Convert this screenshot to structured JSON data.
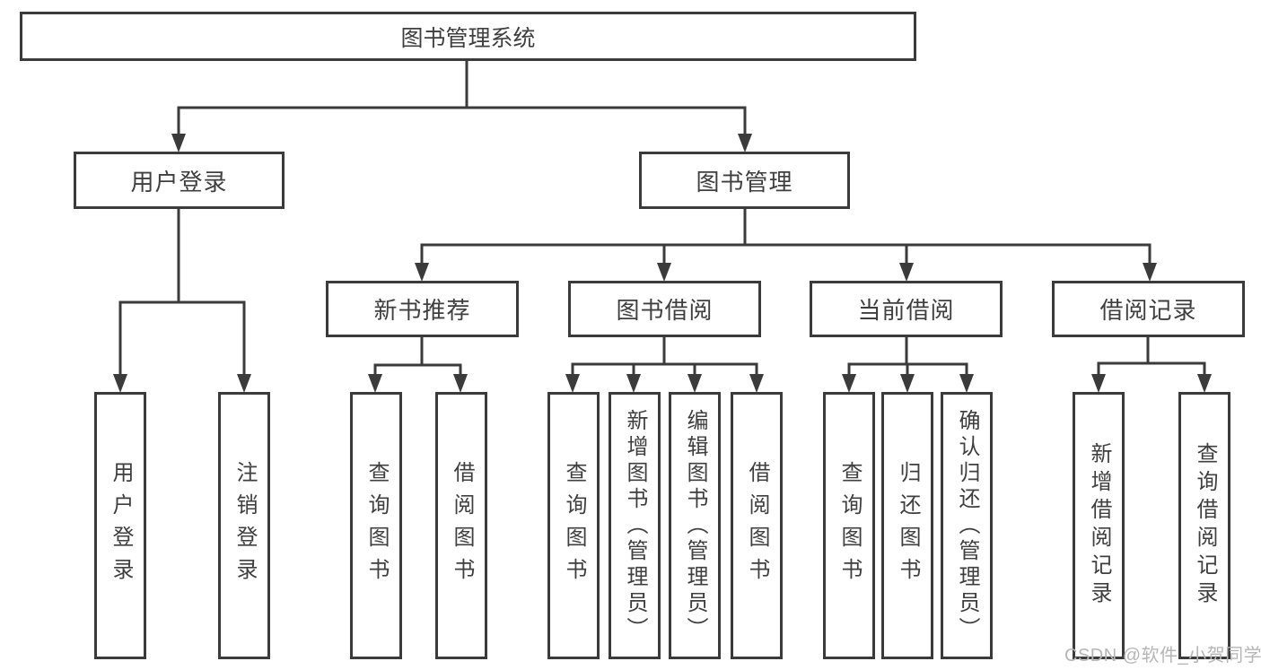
{
  "colors": {
    "line": "#3b3b3b",
    "border": "#3b3b3b",
    "text": "#3f3f3f",
    "watermark": "#b6b6b6"
  },
  "watermark": {
    "text": "CSDN @软件_小贺同学"
  },
  "tree": {
    "label": "图书管理系统",
    "children": [
      {
        "label": "用户登录",
        "children": [
          {
            "label": "用户登录"
          },
          {
            "label": "注销登录"
          }
        ]
      },
      {
        "label": "图书管理",
        "children": [
          {
            "label": "新书推荐",
            "children": [
              {
                "label": "查询图书"
              },
              {
                "label": "借阅图书"
              }
            ]
          },
          {
            "label": "图书借阅",
            "children": [
              {
                "label": "查询图书"
              },
              {
                "label": "新增图书（管理员）"
              },
              {
                "label": "编辑图书（管理员）"
              },
              {
                "label": "借阅图书"
              }
            ]
          },
          {
            "label": "当前借阅",
            "children": [
              {
                "label": "查询图书"
              },
              {
                "label": "归还图书"
              },
              {
                "label": "确认归还（管理员）"
              }
            ]
          },
          {
            "label": "借阅记录",
            "children": [
              {
                "label": "新增借阅记录"
              },
              {
                "label": "查询借阅记录"
              }
            ]
          }
        ]
      }
    ]
  }
}
